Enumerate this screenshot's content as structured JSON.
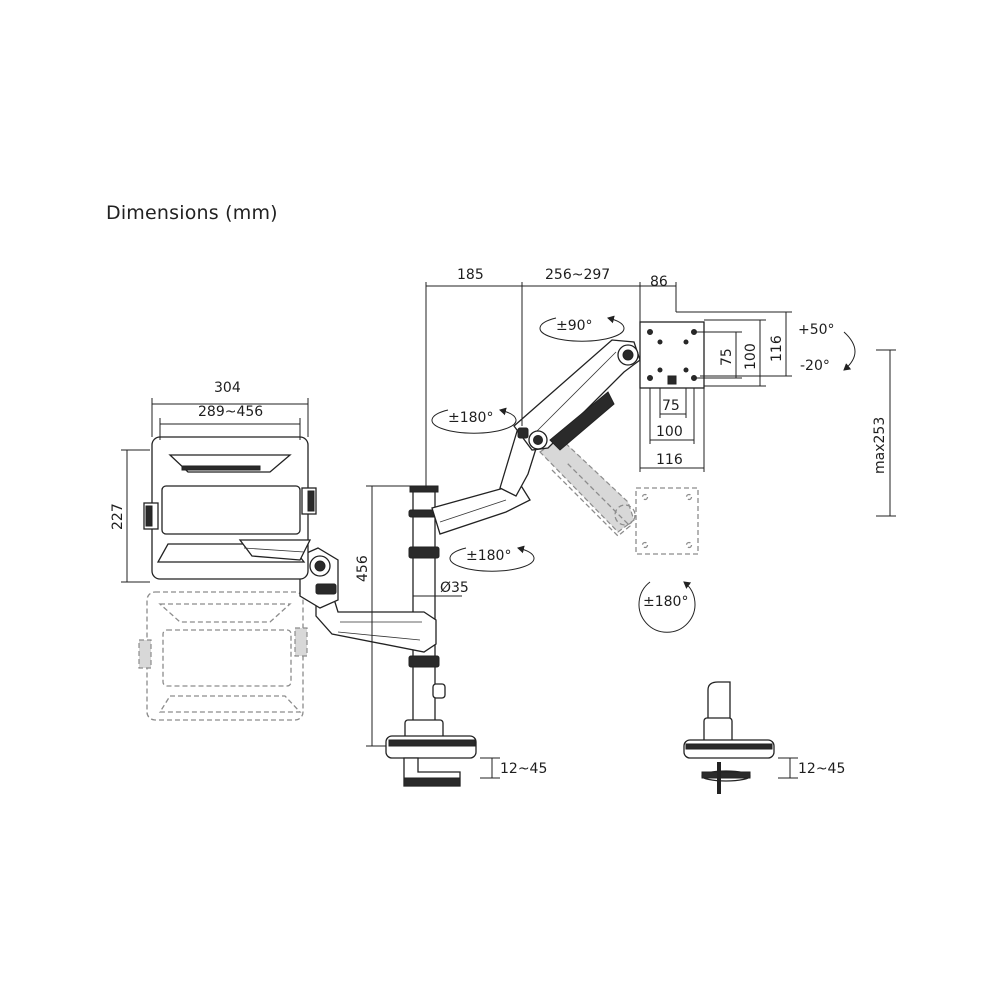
{
  "title": "Dimensions (mm)",
  "dimensions": {
    "arm_1": "185",
    "arm_2": "256~297",
    "vesa_depth": "86",
    "laptop_width": "304",
    "laptop_width_range": "289~456",
    "laptop_height": "227",
    "pole_height": "456",
    "pole_diameter": "Ø35",
    "vesa_h_75": "75",
    "vesa_h_100": "100",
    "vesa_h_116": "116",
    "vesa_w_75": "75",
    "vesa_w_100": "100",
    "vesa_w_116": "116",
    "max_height": "max253",
    "clamp_range": "12~45",
    "grommet_range": "12~45"
  },
  "angles": {
    "swivel_90": "±90°",
    "tilt_up": "+50°",
    "tilt_down": "-20°",
    "swivel_180_upper": "±180°",
    "swivel_180_joint": "±180°",
    "rotate_180": "±180°"
  }
}
